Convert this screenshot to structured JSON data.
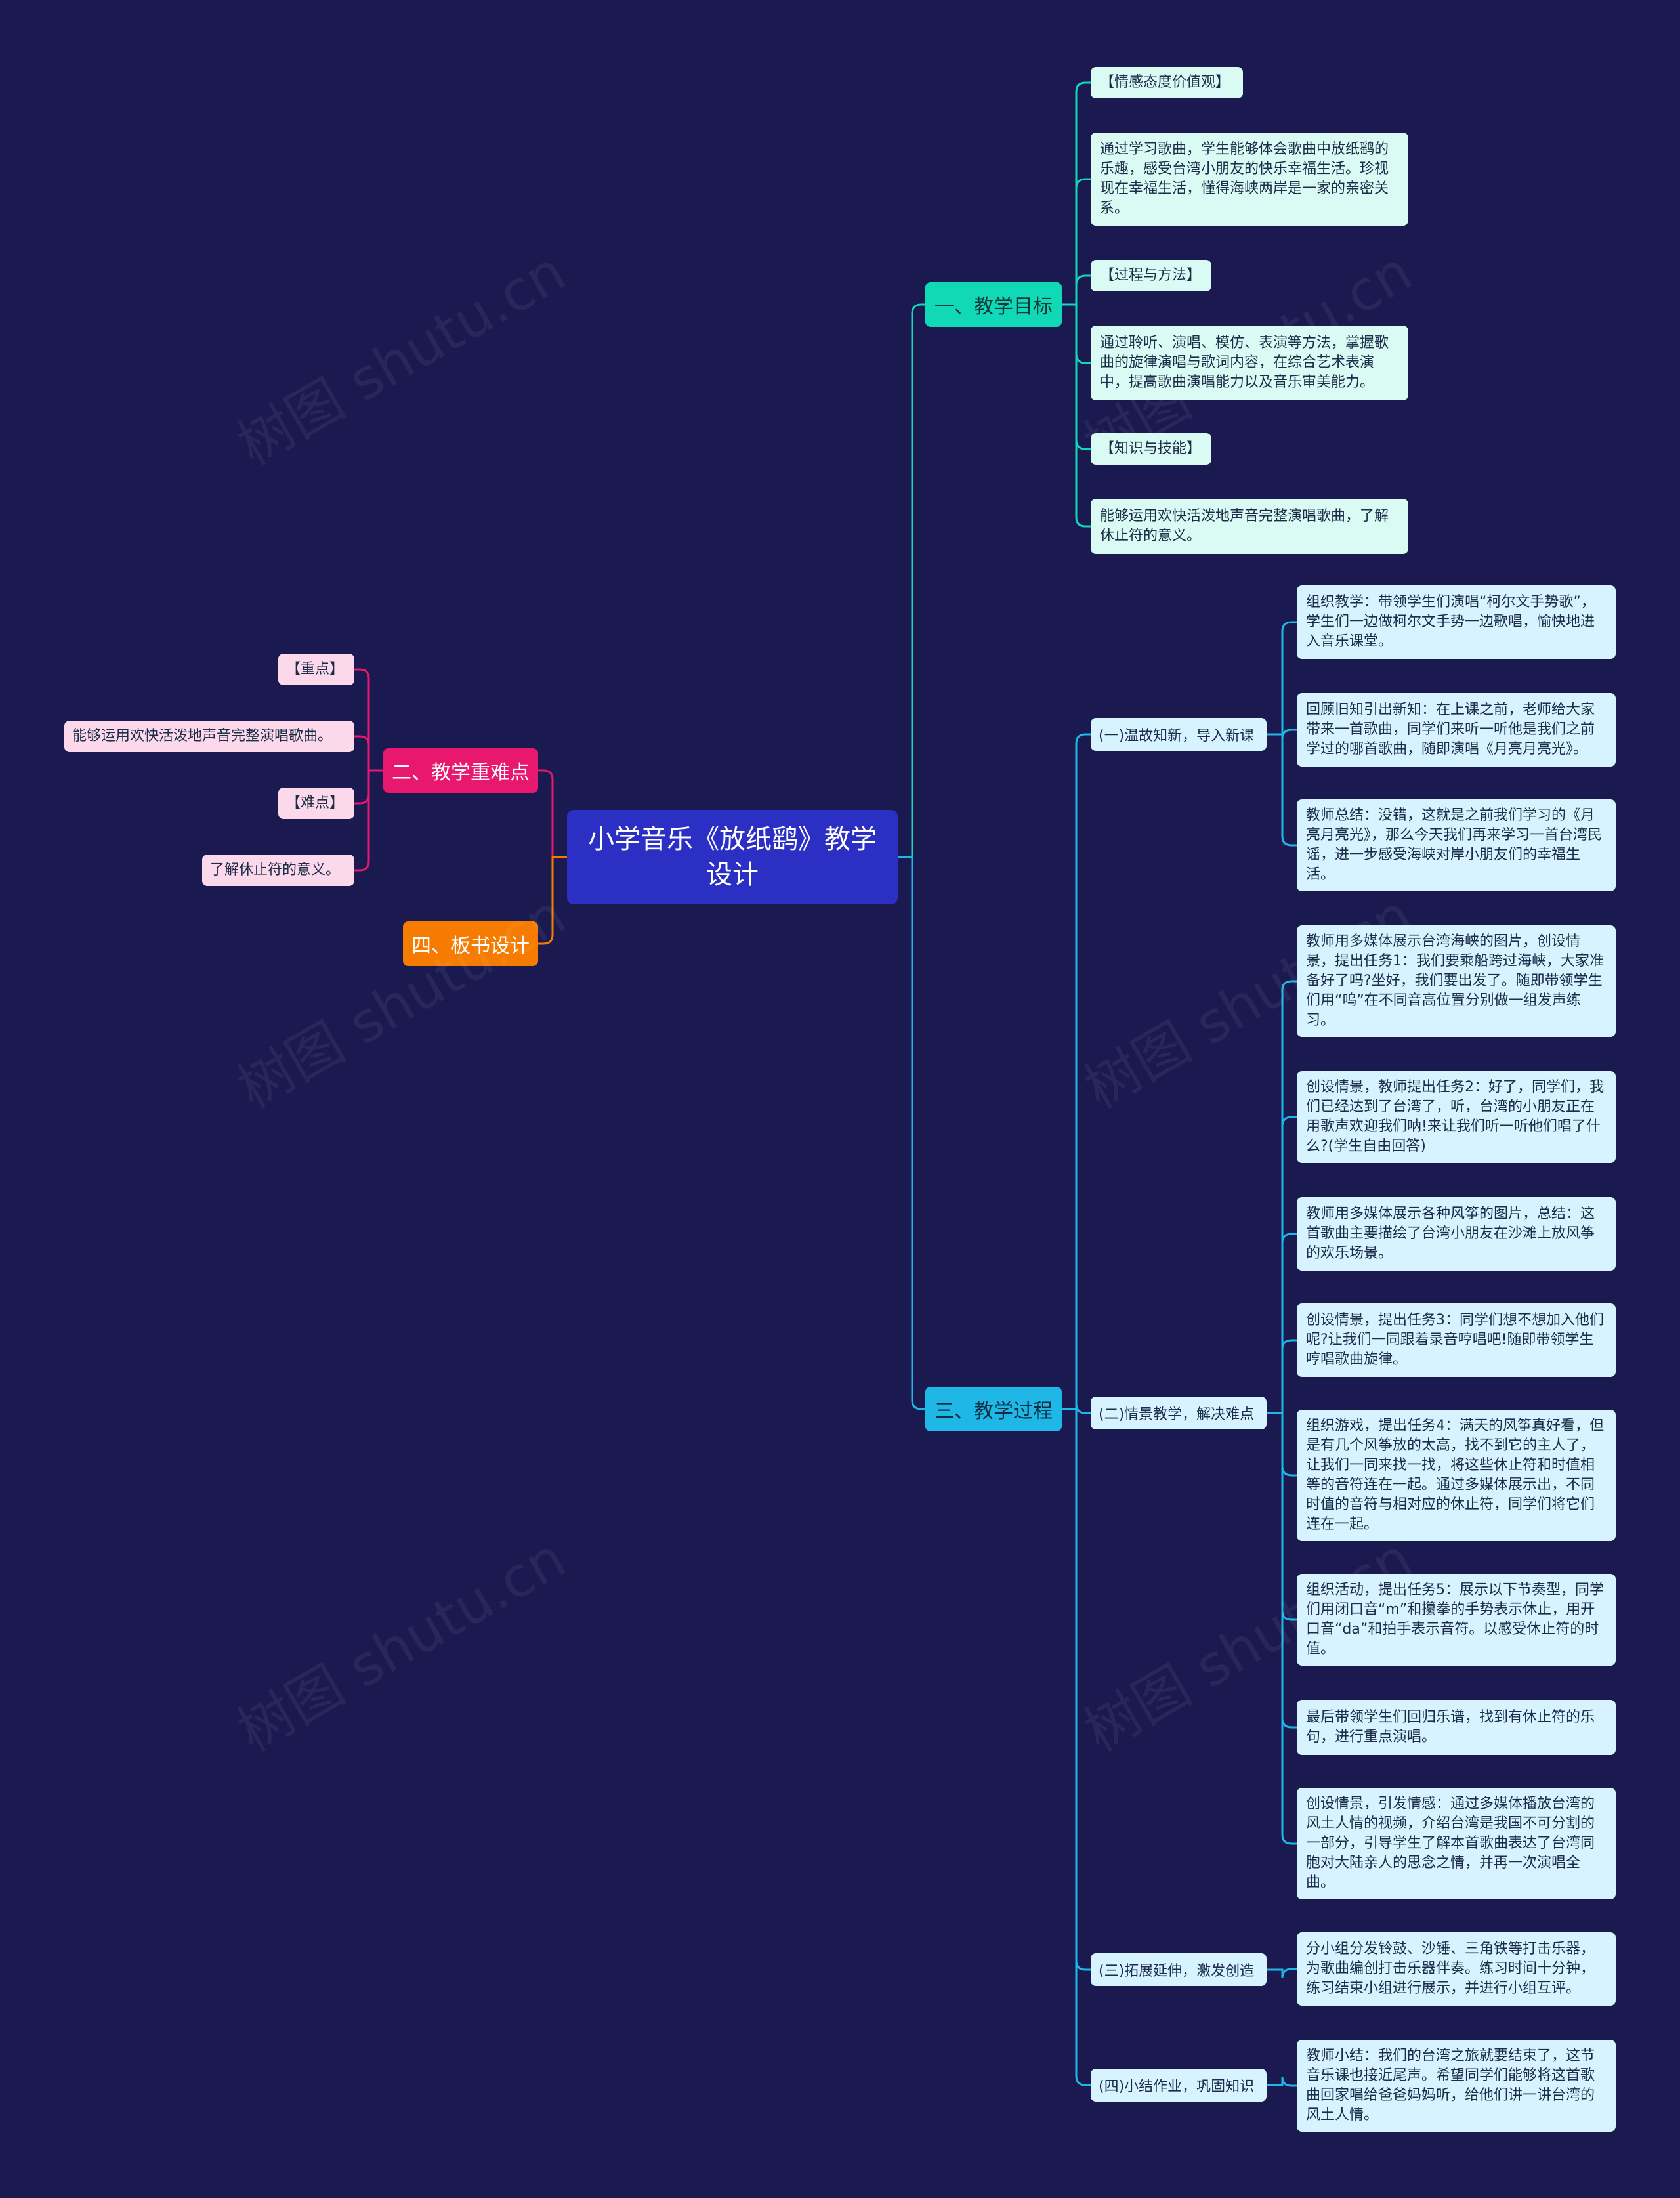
{
  "root": {
    "title": "小学音乐《放纸鹞》教学设计"
  },
  "branches": {
    "goals": {
      "label": "一、教学目标",
      "items": [
        "【情感态度价值观】",
        "通过学习歌曲，学生能够体会歌曲中放纸鹞的乐趣，感受台湾小朋友的快乐幸福生活。珍视现在幸福生活，懂得海峡两岸是一家的亲密关系。",
        "【过程与方法】",
        "通过聆听、演唱、模仿、表演等方法，掌握歌曲的旋律演唱与歌词内容，在综合艺术表演中，提高歌曲演唱能力以及音乐审美能力。",
        "【知识与技能】",
        "能够运用欢快活泼地声音完整演唱歌曲，了解休止符的意义。"
      ]
    },
    "keypoints": {
      "label": "二、教学重难点",
      "items": [
        "【重点】",
        "能够运用欢快活泼地声音完整演唱歌曲。",
        "【难点】",
        "了解休止符的意义。"
      ]
    },
    "process": {
      "label": "三、教学过程",
      "stages": [
        {
          "label": "(一)温故知新，导入新课",
          "items": [
            "组织教学：带领学生们演唱“柯尔文手势歌”，学生们一边做柯尔文手势一边歌唱，愉快地进入音乐课堂。",
            "回顾旧知引出新知：在上课之前，老师给大家带来一首歌曲，同学们来听一听他是我们之前学过的哪首歌曲，随即演唱《月亮月亮光》。",
            "教师总结：没错，这就是之前我们学习的《月亮月亮光》，那么今天我们再来学习一首台湾民谣，进一步感受海峡对岸小朋友们的幸福生活。"
          ]
        },
        {
          "label": "(二)情景教学，解决难点",
          "items": [
            "教师用多媒体展示台湾海峡的图片，创设情景，提出任务1：我们要乘船跨过海峡，大家准备好了吗?坐好，我们要出发了。随即带领学生们用“呜”在不同音高位置分别做一组发声练习。",
            "创设情景，教师提出任务2：好了，同学们，我们已经达到了台湾了，听，台湾的小朋友正在用歌声欢迎我们呐!来让我们听一听他们唱了什么?(学生自由回答)",
            "教师用多媒体展示各种风筝的图片，总结：这首歌曲主要描绘了台湾小朋友在沙滩上放风筝的欢乐场景。",
            "创设情景，提出任务3：同学们想不想加入他们呢?让我们一同跟着录音哼唱吧!随即带领学生哼唱歌曲旋律。",
            "组织游戏，提出任务4：满天的风筝真好看，但是有几个风筝放的太高，找不到它的主人了，让我们一同来找一找，将这些休止符和时值相等的音符连在一起。通过多媒体展示出，不同时值的音符与相对应的休止符，同学们将它们连在一起。",
            "组织活动，提出任务5：展示以下节奏型，同学们用闭口音“m”和攥拳的手势表示休止，用开口音“da”和拍手表示音符。以感受休止符的时值。",
            "最后带领学生们回归乐谱，找到有休止符的乐句，进行重点演唱。",
            "创设情景，引发情感：通过多媒体播放台湾的风土人情的视频，介绍台湾是我国不可分割的一部分，引导学生了解本首歌曲表达了台湾同胞对大陆亲人的思念之情，并再一次演唱全曲。"
          ]
        },
        {
          "label": "(三)拓展延伸，激发创造",
          "items": [
            "分小组分发铃鼓、沙锤、三角铁等打击乐器，为歌曲编创打击乐器伴奏。练习时间十分钟，练习结束小组进行展示，并进行小组互评。"
          ]
        },
        {
          "label": "(四)小结作业，巩固知识",
          "items": [
            "教师小结：我们的台湾之旅就要结束了，这节音乐课也接近尾声。希望同学们能够将这首歌曲回家唱给爸爸妈妈听，给他们讲一讲台湾的风土人情。"
          ]
        }
      ]
    },
    "board": {
      "label": "四、板书设计"
    }
  },
  "colors": {
    "background": "#1a1a50",
    "root": "#2b2fc4",
    "goals": "#11d9b8",
    "process": "#1fb8e6",
    "keypoints": "#e8186f",
    "board": "#f57c00"
  },
  "watermark": "树图 shutu.cn"
}
